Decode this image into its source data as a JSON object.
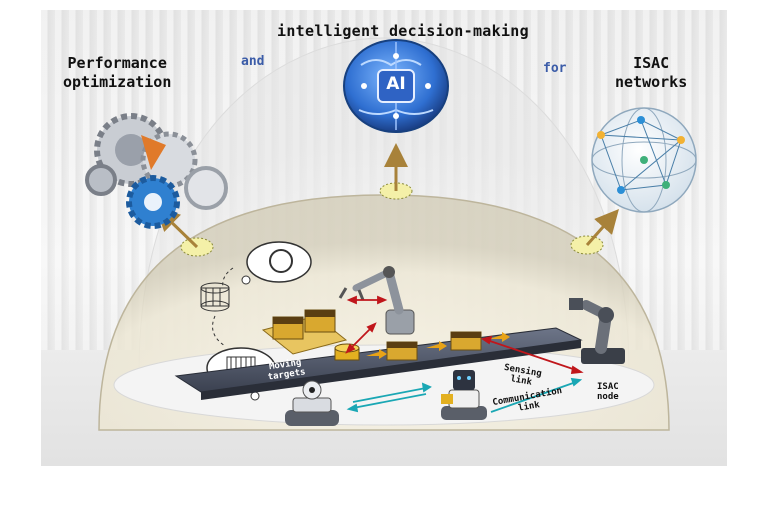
{
  "heading": {
    "main": "intelligent decision-making",
    "left_line1": "Performance",
    "left_line2": "optimization",
    "right_line1": "ISAC",
    "right_line2": "networks",
    "join_and": "and",
    "join_for": "for"
  },
  "icons": {
    "brain_badge": "AI"
  },
  "labels": {
    "moving_targets_1": "Moving",
    "moving_targets_2": "targets",
    "sensing_1": "Sensing",
    "sensing_2": "link",
    "comm_1": "Communication",
    "comm_2": "link",
    "isac_1": "ISAC",
    "isac_2": "node"
  },
  "colors": {
    "sensing_arrow": "#c0161b",
    "communication_arrow": "#1aa7b4",
    "flow_arrow": "#e8a317",
    "uplink_arrow": "#b08a3c",
    "ai_blue": "#1f5fbf"
  }
}
